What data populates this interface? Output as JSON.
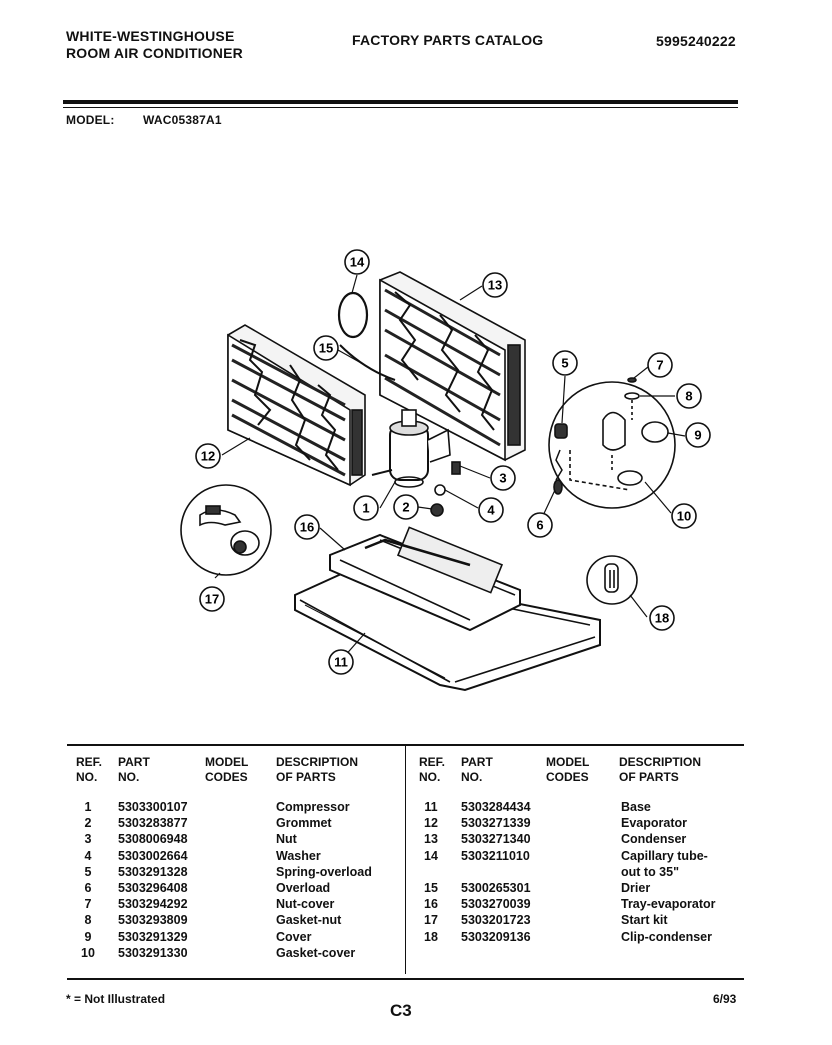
{
  "header": {
    "brand": "WHITE-WESTINGHOUSE",
    "product": "ROOM AIR CONDITIONER",
    "catalog_title": "FACTORY PARTS CATALOG",
    "catalog_number": "5995240222",
    "model_label": "MODEL:",
    "model_value": "WAC05387A1"
  },
  "callouts": [
    "14",
    "13",
    "15",
    "5",
    "7",
    "8",
    "9",
    "12",
    "3",
    "4",
    "1",
    "2",
    "6",
    "10",
    "16",
    "17",
    "18",
    "11"
  ],
  "table": {
    "left_headers": {
      "ref": "REF.",
      "ref2": "NO.",
      "part": "PART",
      "part2": "NO.",
      "model": "MODEL",
      "model2": "CODES",
      "desc": "DESCRIPTION",
      "desc2": "OF PARTS"
    },
    "right_headers": {
      "ref": "REF.",
      "ref2": "NO.",
      "part": "PART",
      "part2": "NO.",
      "model": "MODEL",
      "model2": "CODES",
      "desc": "DESCRIPTION",
      "desc2": "OF PARTS"
    },
    "left_rows": [
      {
        "ref": "1",
        "part": "5303300107",
        "desc": "Compressor"
      },
      {
        "ref": "2",
        "part": "5303283877",
        "desc": "Grommet"
      },
      {
        "ref": "3",
        "part": "5308006948",
        "desc": "Nut"
      },
      {
        "ref": "4",
        "part": "5303002664",
        "desc": "Washer"
      },
      {
        "ref": "5",
        "part": "5303291328",
        "desc": "Spring-overload"
      },
      {
        "ref": "6",
        "part": "5303296408",
        "desc": "Overload"
      },
      {
        "ref": "7",
        "part": "5303294292",
        "desc": "Nut-cover"
      },
      {
        "ref": "8",
        "part": "5303293809",
        "desc": "Gasket-nut"
      },
      {
        "ref": "9",
        "part": "5303291329",
        "desc": "Cover"
      },
      {
        "ref": "10",
        "part": "5303291330",
        "desc": "Gasket-cover"
      }
    ],
    "right_rows": [
      {
        "ref": "11",
        "part": "5303284434",
        "desc": "Base"
      },
      {
        "ref": "12",
        "part": "5303271339",
        "desc": "Evaporator"
      },
      {
        "ref": "13",
        "part": "5303271340",
        "desc": "Condenser"
      },
      {
        "ref": "14",
        "part": "5303211010",
        "desc": "Capillary tube-"
      },
      {
        "ref": "",
        "part": "",
        "desc": "out to 35\""
      },
      {
        "ref": "15",
        "part": "5300265301",
        "desc": "Drier"
      },
      {
        "ref": "16",
        "part": "5303270039",
        "desc": "Tray-evaporator"
      },
      {
        "ref": "17",
        "part": "5303201723",
        "desc": "Start kit"
      },
      {
        "ref": "18",
        "part": "5303209136",
        "desc": "Clip-condenser"
      }
    ]
  },
  "footer": {
    "note": "* = Not Illustrated",
    "page": "C3",
    "date": "6/93"
  }
}
